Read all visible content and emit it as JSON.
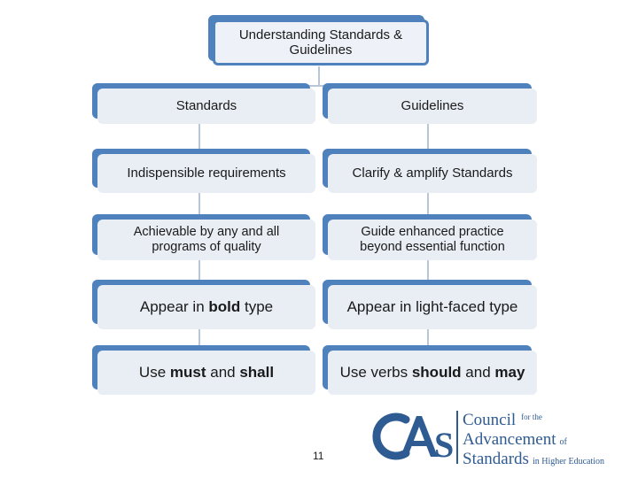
{
  "top": {
    "title": "Understanding Standards & Guidelines"
  },
  "left_column": {
    "header": "Standards",
    "row1": "Indispensible requirements",
    "row2": "Achievable by any and all programs of quality",
    "row3": {
      "pre": "Appear in ",
      "bold": "bold",
      "post": " type"
    },
    "row4": {
      "pre": "Use ",
      "bold1": "must",
      "mid": " and ",
      "bold2": "shall"
    }
  },
  "right_column": {
    "header": "Guidelines",
    "row1": "Clarify & amplify Standards",
    "row2": "Guide enhanced practice beyond essential function",
    "row3": "Appear in light-faced type",
    "row4": {
      "pre": "Use verbs ",
      "bold1": "should",
      "mid": " and ",
      "bold2": "may"
    }
  },
  "slide_number": "11",
  "logo": {
    "letters": "CAS",
    "line1_big": "Council",
    "line1_small": "for the",
    "line2_big": "Advancement",
    "line2_small": "of",
    "line3_big": "Standards",
    "line3_small": "in Higher Education",
    "color": "#2f5b93"
  },
  "colors": {
    "accent": "#4f81bd",
    "box_fill": "#e9eef5",
    "connector": "#b9c6d8"
  }
}
